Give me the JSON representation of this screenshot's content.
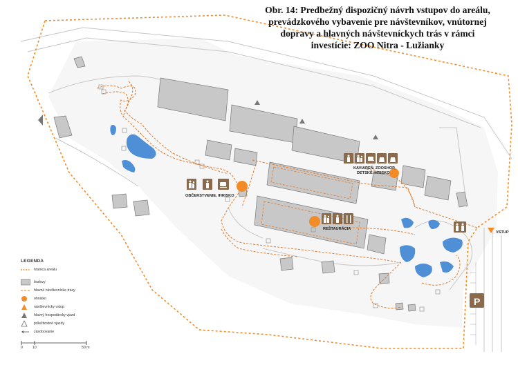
{
  "title": {
    "lines": [
      "Obr. 14:  Predbežný dispozičný návrh vstupov do areálu,",
      "prevádzkového vybavenie pre návštevníkov, vnútornej",
      "dopravy a hlavných návštevníckych trás v rámci",
      "investície: ZOO Nitra - Lužianky"
    ]
  },
  "labels": {
    "kaviaren": "KAVIAREŇ, ZOOSHOP,",
    "detske_ihrisko": "DETSKÉ IHRISKO",
    "obcerstvenie": "OBČERSTVENIE, IHRISKO",
    "restauracia": "REŠTAURÁCIA",
    "vstup": "VSTUP",
    "parking": "P"
  },
  "legend": {
    "title": "LEGENDA",
    "items": [
      {
        "key": "hranica",
        "label": "hranica areálu"
      },
      {
        "key": "budovy",
        "label": "budovy"
      },
      {
        "key": "trasy",
        "label": "hlavné návštevnícke trasy"
      },
      {
        "key": "ohnisko",
        "label": "ohnisko"
      },
      {
        "key": "vstup",
        "label": "návštevnícky vstup"
      },
      {
        "key": "hosp_vjazd",
        "label": "hlavný hospodársky vjazd"
      },
      {
        "key": "prilez_vjazd",
        "label": "príležitostné vjazdy"
      },
      {
        "key": "zasobovanie",
        "label": "zásobovanie"
      }
    ]
  },
  "scale": {
    "ticks": [
      "0",
      "10",
      "50 m"
    ]
  },
  "colors": {
    "accent": "#f28c28",
    "building_fill": "#c8c8c8",
    "water": "#4f8fd6",
    "boundary": "#f28c28",
    "path": "#e07a2a",
    "road": "#b5b5b5"
  },
  "icons": {
    "kaviaren_group": [
      "toilet-icon",
      "family-icon",
      "coffee-cup-icon",
      "shop-bag-icon",
      "shop-bag-icon"
    ],
    "obcerstvenie_group": [
      "family-icon",
      "toilet-icon",
      "coffee-cup-icon"
    ],
    "restauracia_group": [
      "family-icon",
      "toilet-icon",
      "cutlery-icon"
    ],
    "vstup_group": [
      "toilet-icon"
    ]
  }
}
